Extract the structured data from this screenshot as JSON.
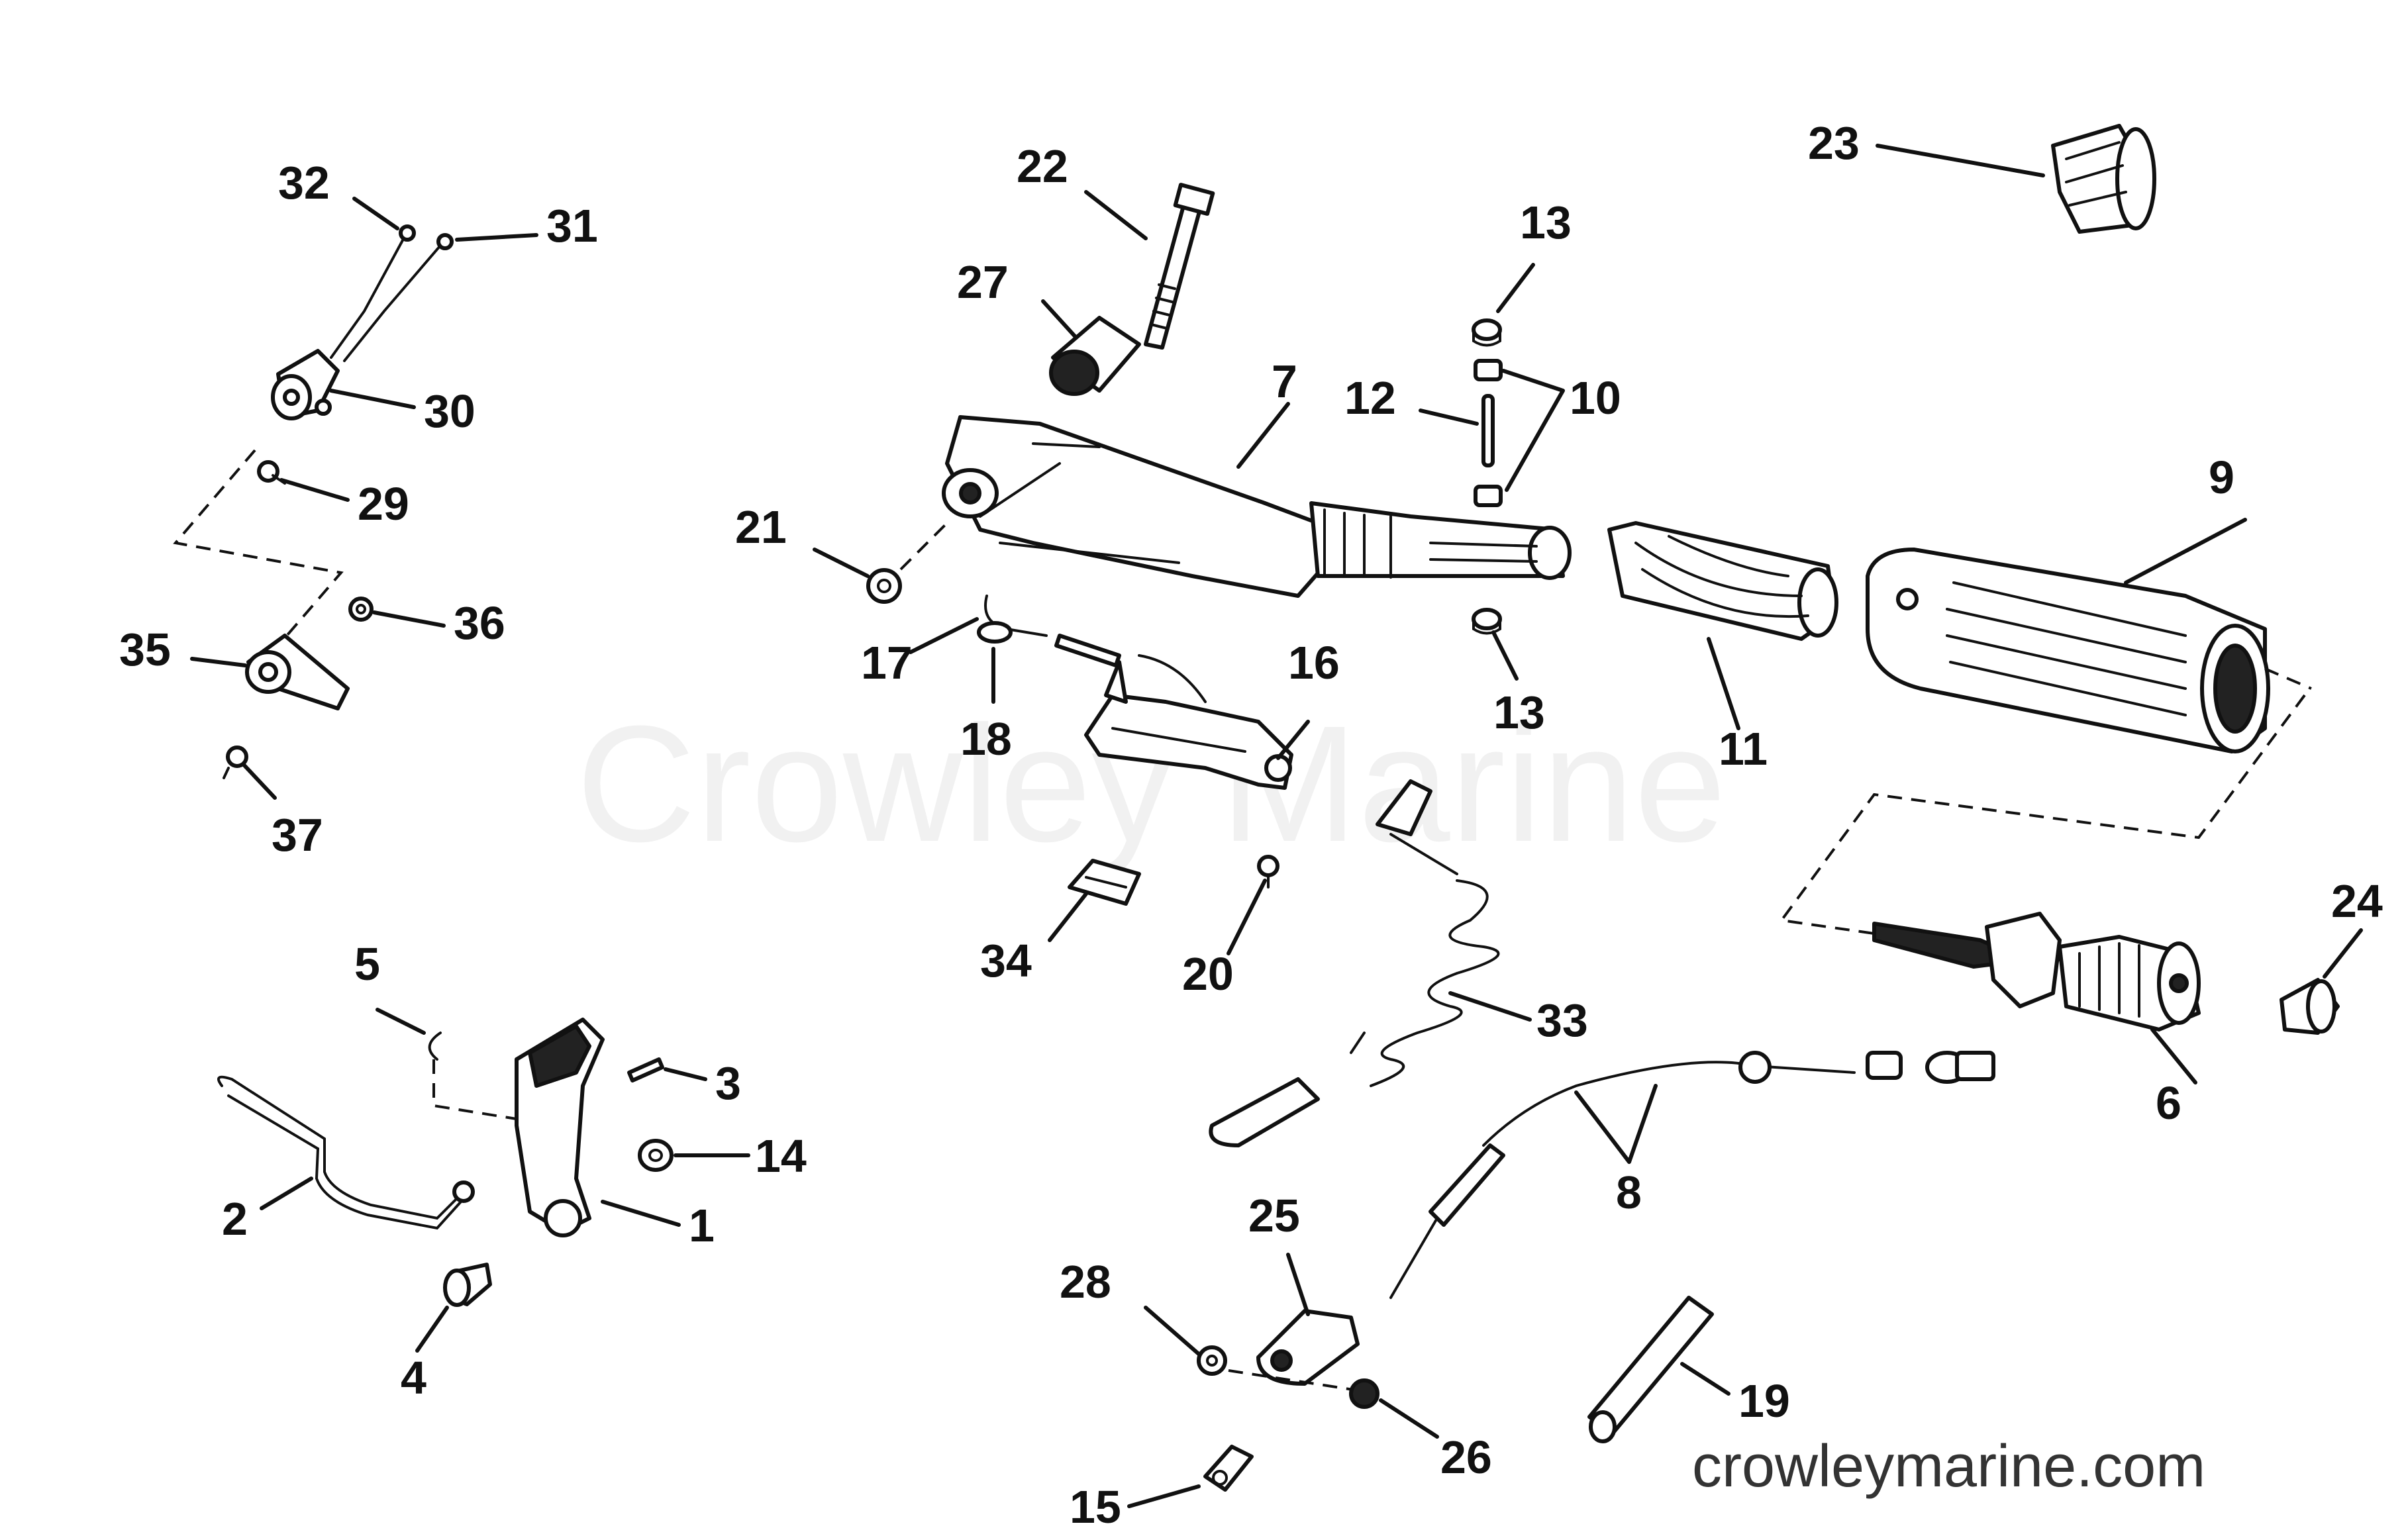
{
  "watermark": "Crowley Marine",
  "site_url": "crowleymarine.com",
  "callouts": {
    "c1": "1",
    "c2": "2",
    "c3": "3",
    "c4": "4",
    "c5": "5",
    "c6": "6",
    "c7": "7",
    "c8": "8",
    "c9": "9",
    "c10": "10",
    "c11": "11",
    "c12": "12",
    "c13a": "13",
    "c13b": "13",
    "c14": "14",
    "c15": "15",
    "c16": "16",
    "c17": "17",
    "c18": "18",
    "c19": "19",
    "c20": "20",
    "c21": "21",
    "c22": "22",
    "c23": "23",
    "c24": "24",
    "c25": "25",
    "c26": "26",
    "c27": "27",
    "c28": "28",
    "c29": "29",
    "c30": "30",
    "c31": "31",
    "c32": "32",
    "c33": "33",
    "c34": "34",
    "c35": "35",
    "c36": "36",
    "c37": "37"
  }
}
